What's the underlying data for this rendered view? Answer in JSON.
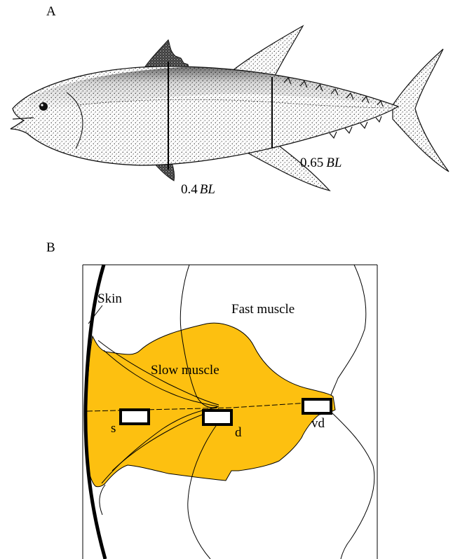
{
  "panel_a": {
    "label": "A",
    "section_1": {
      "value": "0.4",
      "unit": "BL"
    },
    "section_2": {
      "value": "0.65",
      "unit": "BL"
    }
  },
  "panel_b": {
    "label": "B",
    "labels": {
      "skin": "Skin",
      "fast_muscle": "Fast muscle",
      "slow_muscle": "Slow muscle",
      "site_s": "s",
      "site_d": "d",
      "site_vd": "vd"
    },
    "colors": {
      "slow_muscle": "#fdc010",
      "outline": "#000000"
    }
  }
}
